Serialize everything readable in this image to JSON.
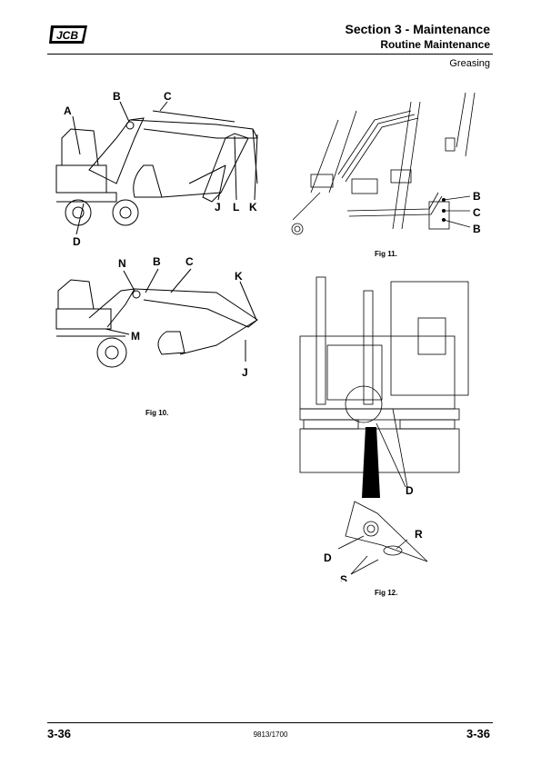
{
  "header": {
    "brand": "JCB",
    "section_title": "Section 3 - Maintenance",
    "subsection_title": "Routine Maintenance",
    "topic": "Greasing"
  },
  "figures": {
    "fig10": {
      "caption": "Fig 10.",
      "top_labels": [
        "A",
        "B",
        "C",
        "D",
        "J",
        "L",
        "K"
      ],
      "bottom_labels": [
        "N",
        "B",
        "C",
        "K",
        "M",
        "J"
      ]
    },
    "fig11": {
      "caption": "Fig 11.",
      "labels": [
        "B",
        "C",
        "B"
      ]
    },
    "fig12": {
      "caption": "Fig 12.",
      "labels": [
        "D",
        "R",
        "D",
        "S"
      ]
    }
  },
  "footer": {
    "page_left": "3-36",
    "doc_number": "9813/1700",
    "page_right": "3-36"
  }
}
